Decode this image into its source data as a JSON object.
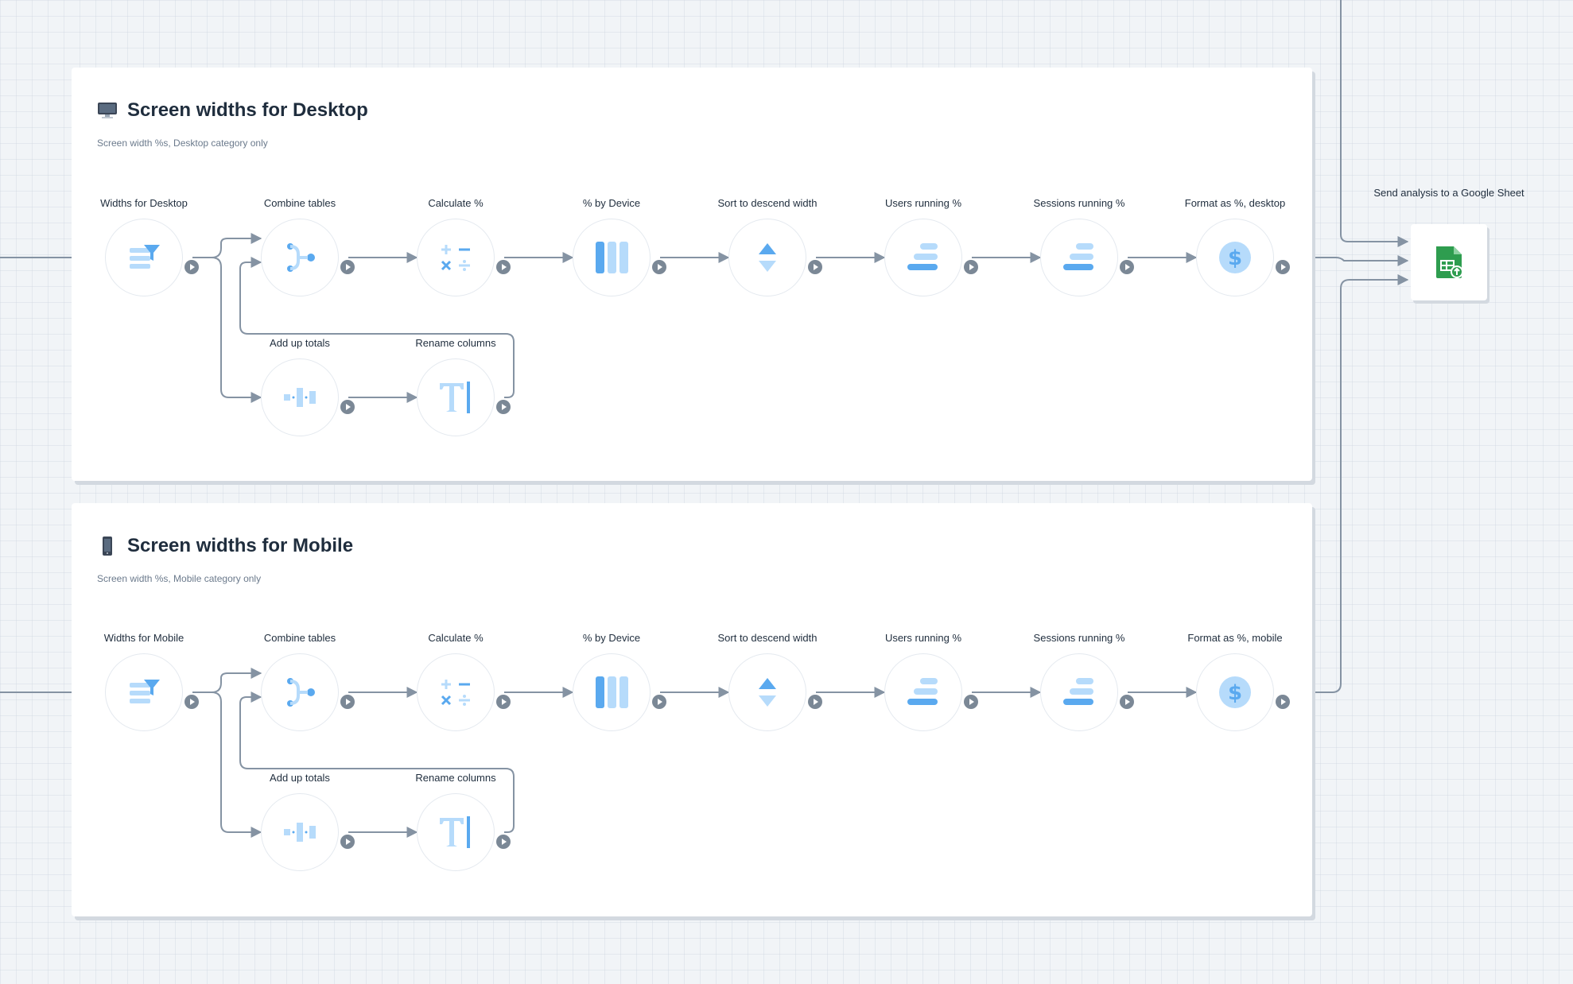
{
  "destination": {
    "label": "Send analysis to a Google Sheet",
    "icon": "google-sheets-icon"
  },
  "panels": [
    {
      "id": "desktop",
      "title": "Screen widths for Desktop",
      "subtitle": "Screen width %s, Desktop category only",
      "emoji_icon": "desktop-computer-icon",
      "nodes": {
        "source": {
          "label": "Widths for Desktop",
          "icon": "filter-icon"
        },
        "combine": {
          "label": "Combine tables",
          "icon": "combine-tables-icon"
        },
        "calc": {
          "label": "Calculate %",
          "icon": "calculator-icon"
        },
        "device": {
          "label": "% by Device",
          "icon": "columns-icon"
        },
        "sort": {
          "label": "Sort to descend width",
          "icon": "sort-icon"
        },
        "users": {
          "label": "Users running %",
          "icon": "running-total-icon"
        },
        "sessions": {
          "label": "Sessions running %",
          "icon": "running-total-icon"
        },
        "format": {
          "label": "Format as %, desktop",
          "icon": "dollar-format-icon"
        },
        "totals": {
          "label": "Add up totals",
          "icon": "aggregate-icon"
        },
        "rename": {
          "label": "Rename columns",
          "icon": "text-rename-icon"
        }
      }
    },
    {
      "id": "mobile",
      "title": "Screen widths for Mobile",
      "subtitle": "Screen width %s, Mobile category only",
      "emoji_icon": "mobile-phone-icon",
      "nodes": {
        "source": {
          "label": "Widths for Mobile",
          "icon": "filter-icon"
        },
        "combine": {
          "label": "Combine tables",
          "icon": "combine-tables-icon"
        },
        "calc": {
          "label": "Calculate %",
          "icon": "calculator-icon"
        },
        "device": {
          "label": "% by Device",
          "icon": "columns-icon"
        },
        "sort": {
          "label": "Sort to descend width",
          "icon": "sort-icon"
        },
        "users": {
          "label": "Users running %",
          "icon": "running-total-icon"
        },
        "sessions": {
          "label": "Sessions running %",
          "icon": "running-total-icon"
        },
        "format": {
          "label": "Format as %, mobile",
          "icon": "dollar-format-icon"
        },
        "totals": {
          "label": "Add up totals",
          "icon": "aggregate-icon"
        },
        "rename": {
          "label": "Rename columns",
          "icon": "text-rename-icon"
        }
      }
    }
  ],
  "colors": {
    "canvas": "#f1f4f7",
    "wire": "#8593a3",
    "icon_primary": "#5aa9ef",
    "icon_light": "#b6dbfb",
    "sheets_green": "#2e9d4f"
  }
}
